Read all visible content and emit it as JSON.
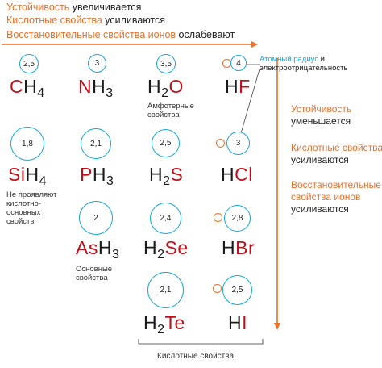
{
  "header": {
    "line1": {
      "orange": "Устойчивость",
      "dark": "увеличивается"
    },
    "line2": {
      "orange": "Кислотные свойства",
      "dark": "усиливаются"
    },
    "line3": {
      "orange": "Восстановительные свойства ионов",
      "dark": "ослабевают"
    }
  },
  "callout": {
    "blue": "Атомный радиус",
    "dark_and": "и",
    "line2": "электроотрицательность"
  },
  "side": {
    "b1_orange": "Устойчивость",
    "b1_dark": "уменьшается",
    "b2_orange": "Кислотные свойства",
    "b2_dark": "усиливаются",
    "b3_orange1": "Восстановительные",
    "b3_orange2": "свойства ионов",
    "b3_dark": "усиливаются"
  },
  "bottom_label": "Кислотные свойства",
  "compounds": {
    "ch4": {
      "el": "C",
      "h": "H",
      "sub": "4",
      "value": "2,5"
    },
    "nh3": {
      "el": "N",
      "h": "H",
      "sub": "3",
      "value": "3"
    },
    "h2o": {
      "h": "H",
      "hsub": "2",
      "el": "O",
      "value": "3,5",
      "note1": "Амфотерные",
      "note2": "свойства"
    },
    "hf": {
      "h": "H",
      "el": "F",
      "value": "4"
    },
    "sih4": {
      "el": "Si",
      "h": "H",
      "sub": "4",
      "value": "1,8",
      "note1": "Не проявляют",
      "note2": "кислотно-",
      "note3": "основных",
      "note4": "свойств"
    },
    "ph3": {
      "el": "P",
      "h": "H",
      "sub": "3",
      "value": "2,1"
    },
    "h2s": {
      "h": "H",
      "hsub": "2",
      "el": "S",
      "value": "2,5"
    },
    "hcl": {
      "h": "H",
      "el": "Cl",
      "value": "3"
    },
    "ash3": {
      "el": "As",
      "h": "H",
      "sub": "3",
      "value": "2",
      "note1": "Основные",
      "note2": "свойства"
    },
    "h2se": {
      "h": "H",
      "hsub": "2",
      "el": "Se",
      "value": "2,4"
    },
    "hbr": {
      "h": "H",
      "el": "Br",
      "value": "2,8"
    },
    "h2te": {
      "h": "H",
      "hsub": "2",
      "el": "Te",
      "value": "2,1"
    },
    "hi": {
      "h": "H",
      "el": "I",
      "value": "2,5"
    }
  },
  "colors": {
    "orange": "#e8702a",
    "red": "#c0111b",
    "blue": "#14a7e0",
    "text": "#222222"
  }
}
